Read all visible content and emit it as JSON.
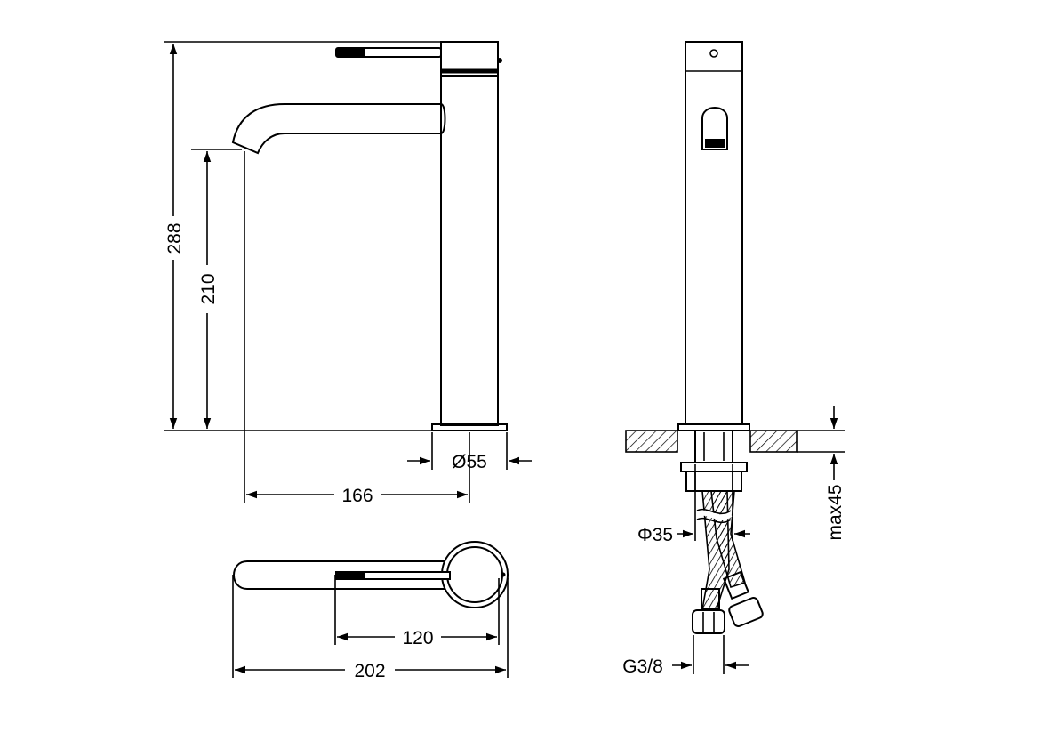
{
  "dimensions": {
    "total_height": "288",
    "spout_height": "210",
    "base_diameter": "Ø55",
    "spout_reach": "166",
    "handle_length": "120",
    "total_length": "202",
    "mount_hole": "Φ35",
    "deck_thickness": "max45",
    "connection_thread": "G3/8"
  }
}
